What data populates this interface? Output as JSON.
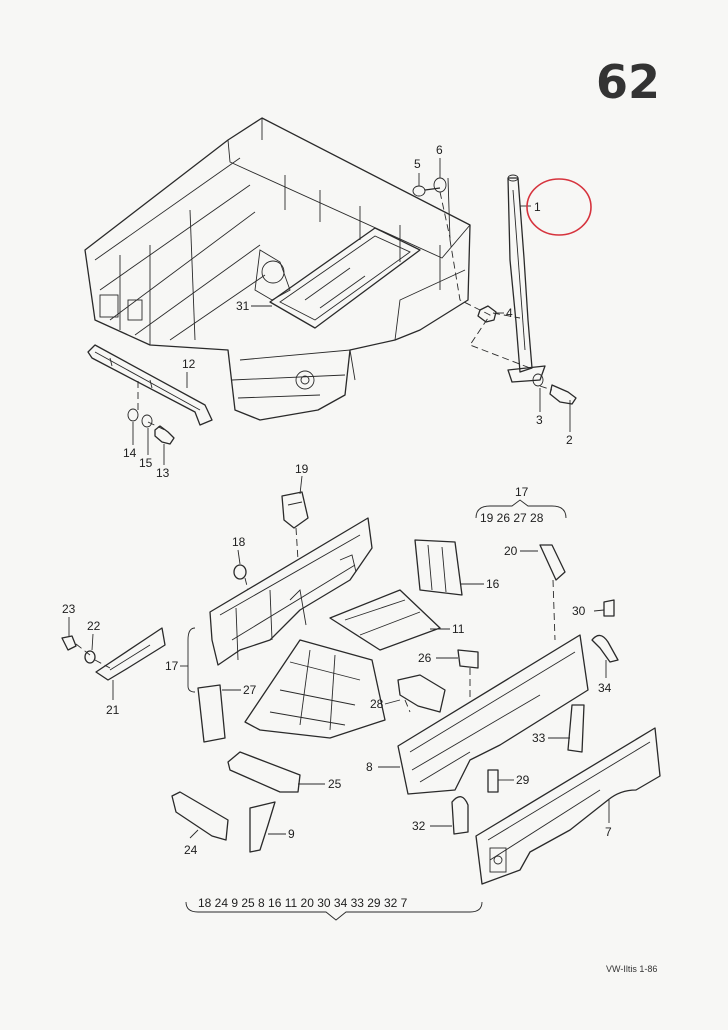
{
  "page_number": "62",
  "footer": "VW-Iltis 1-86",
  "parts": {
    "p1": "1",
    "p2": "2",
    "p3": "3",
    "p4": "4",
    "p5": "5",
    "p6": "6",
    "p7": "7",
    "p8": "8",
    "p9": "9",
    "p11": "11",
    "p12": "12",
    "p13": "13",
    "p14": "14",
    "p15": "15",
    "p16": "16",
    "p17a": "17",
    "p17b": "17",
    "p18": "18",
    "p19": "19",
    "p20": "20",
    "p21": "21",
    "p22": "22",
    "p23": "23",
    "p24": "24",
    "p25": "25",
    "p26": "26",
    "p27": "27",
    "p28": "28",
    "p29": "29",
    "p30": "30",
    "p31": "31",
    "p32": "32",
    "p33": "33",
    "p34": "34"
  },
  "group_17": "19 26 27 28",
  "assembly_list": "18 24 9 25 8 16 11 20 30 34 33 29 32 7",
  "highlight_color": "#d6333d"
}
